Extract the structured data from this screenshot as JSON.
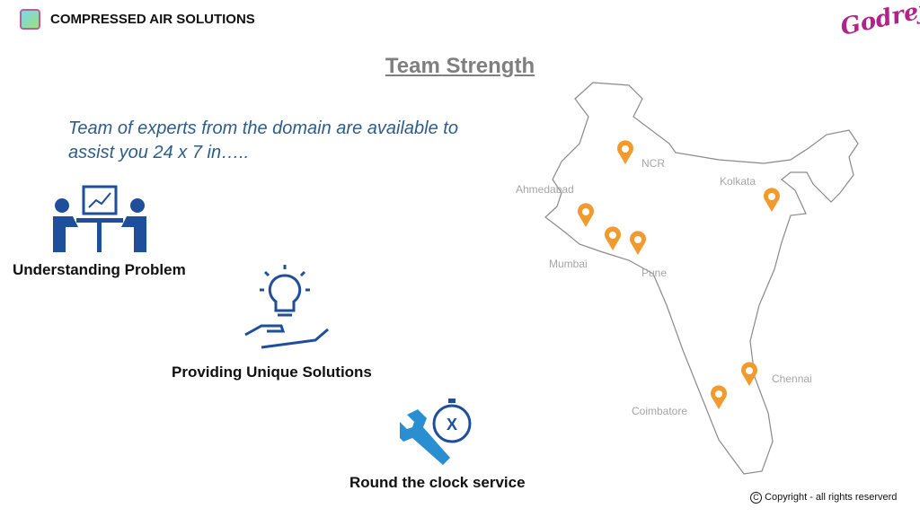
{
  "header": {
    "brand": "COMPRESSED AIR SOLUTIONS",
    "partner_logo": "Godrej"
  },
  "title": "Team Strength",
  "intro": "Team of experts from the domain are available to assist you 24 x 7  in…..",
  "features": [
    {
      "icon": "meeting-icon",
      "label": "Understanding Problem"
    },
    {
      "icon": "lightbulb-hand-icon",
      "label": "Providing Unique Solutions"
    },
    {
      "icon": "wrench-stopwatch-icon",
      "label": "Round the clock service"
    }
  ],
  "map": {
    "cities": [
      "NCR",
      "Kolkata",
      "Ahmedabad",
      "Mumbai",
      "Pune",
      "Chennai",
      "Coimbatore"
    ],
    "pin_color": "#f39a2e"
  },
  "footer": {
    "copyright_symbol": "C",
    "copyright": "Copyright - all rights reserverd"
  }
}
